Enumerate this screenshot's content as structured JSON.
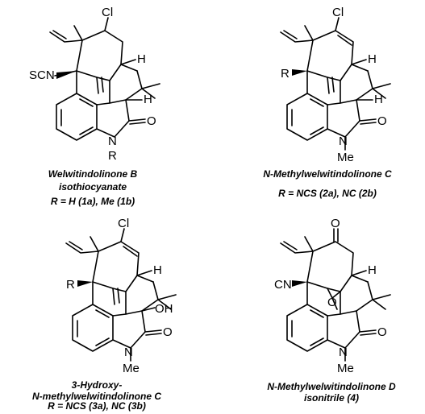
{
  "compounds": [
    {
      "atoms": {
        "cl": "Cl",
        "sub": "SCN",
        "h_top": "H",
        "h_mid": "H",
        "n": "N",
        "o_lactam": "O",
        "r": "R"
      },
      "caption": [
        "Welwitindolinone B",
        "isothiocyanate",
        "R = H (1a), Me (1b)"
      ]
    },
    {
      "atoms": {
        "cl": "Cl",
        "sub": "R",
        "h_top": "H",
        "h_mid": "H",
        "n": "N",
        "o_lactam": "O",
        "r": "Me"
      },
      "caption": [
        "N-Methylwelwitindolinone C",
        "R = NCS (2a), NC (2b)"
      ]
    },
    {
      "atoms": {
        "cl": "Cl",
        "sub": "R",
        "h_top": "H",
        "oh": "OH",
        "n": "N",
        "o_lactam": "O",
        "r": "Me"
      },
      "caption": [
        "3-Hydroxy-",
        "N-methylwelwitindolinone C",
        "R = NCS (3a), NC (3b)"
      ]
    },
    {
      "atoms": {
        "o_ketone": "O",
        "sub": "CN",
        "h_top": "H",
        "o_epox": "O",
        "n": "N",
        "o_lactam": "O",
        "r": "Me"
      },
      "caption": [
        "N-Methylwelwitindolinone D",
        "isonitrile (4)"
      ]
    }
  ]
}
